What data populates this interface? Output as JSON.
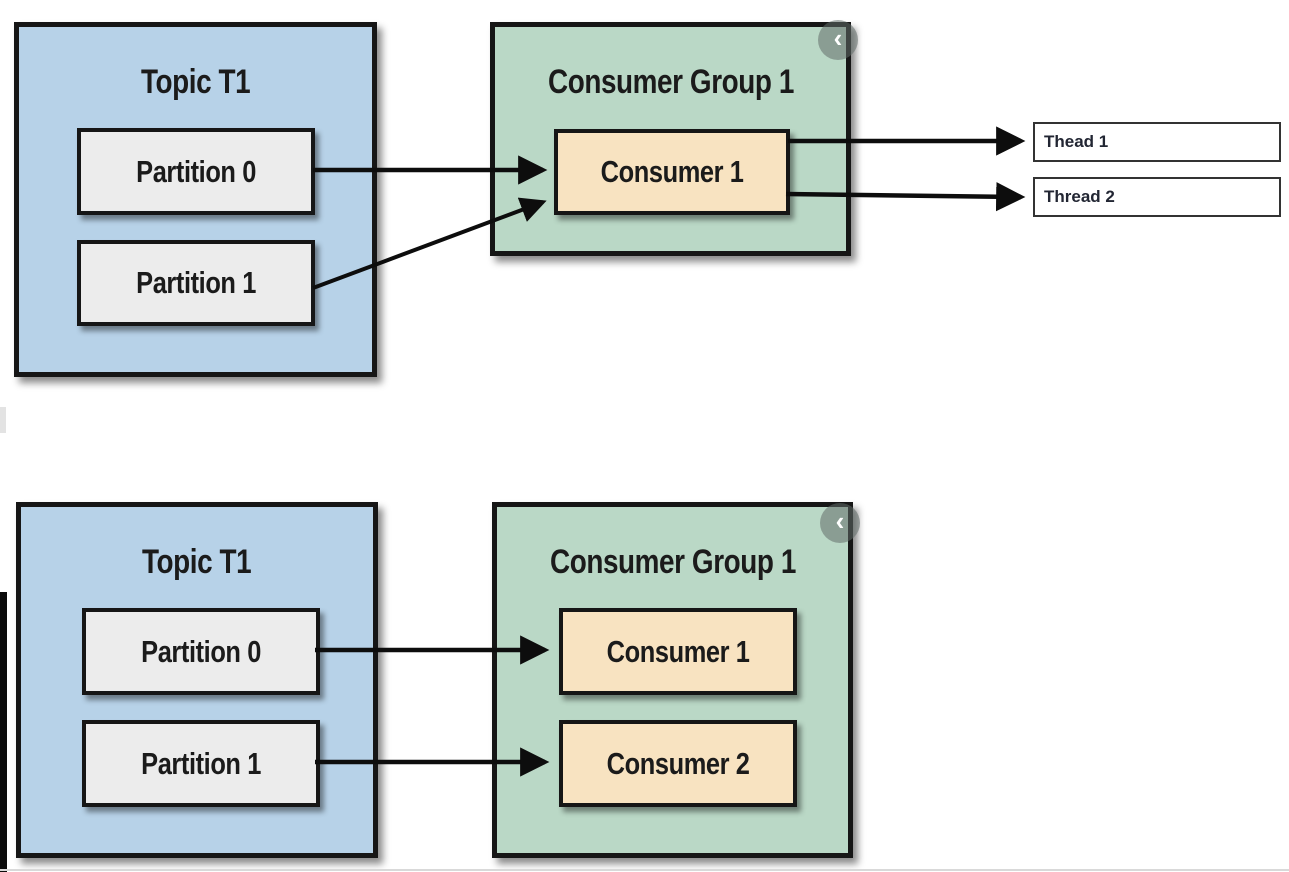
{
  "diagrams": [
    {
      "topic": {
        "title": "Topic T1",
        "partitions": [
          "Partition 0",
          "Partition 1"
        ]
      },
      "consumer_group": {
        "title": "Consumer Group 1",
        "consumers": [
          "Consumer 1"
        ]
      },
      "threads": [
        "Thead 1",
        "Thread 2"
      ]
    },
    {
      "topic": {
        "title": "Topic T1",
        "partitions": [
          "Partition 0",
          "Partition 1"
        ]
      },
      "consumer_group": {
        "title": "Consumer Group 1",
        "consumers": [
          "Consumer 1",
          "Consumer 2"
        ]
      }
    }
  ],
  "icons": {
    "collapse_chevron": "‹"
  },
  "colors": {
    "topic_fill": "#b7d2e8",
    "group_fill": "#bad8c6",
    "partition_fill": "#ececec",
    "consumer_fill": "#f8e3c1",
    "thread_fill": "#ffffff",
    "border": "#161616",
    "arrow": "#0d0d0d",
    "chevron_badge": "#626e69"
  }
}
